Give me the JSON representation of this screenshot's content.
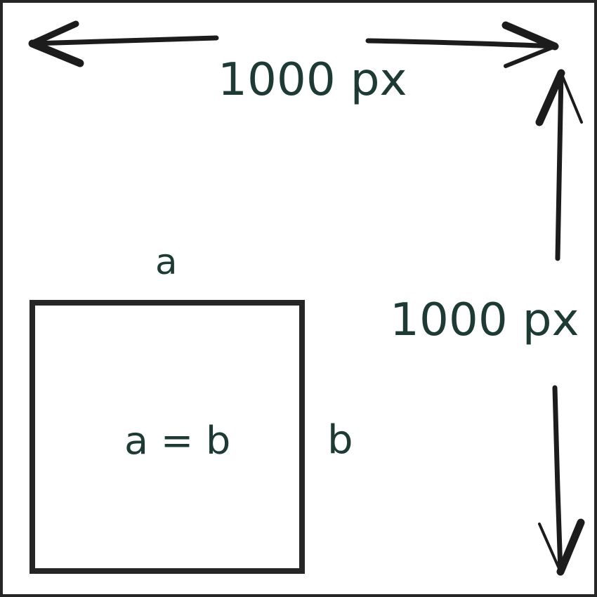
{
  "diagram": {
    "width_label": "1000 px",
    "height_label": "1000 px",
    "side_a_label": "a",
    "side_b_label": "b",
    "equation_label": "a = b"
  },
  "colors": {
    "text": "#1d3a34",
    "stroke": "#1c1c1c",
    "background": "#ffffff"
  }
}
